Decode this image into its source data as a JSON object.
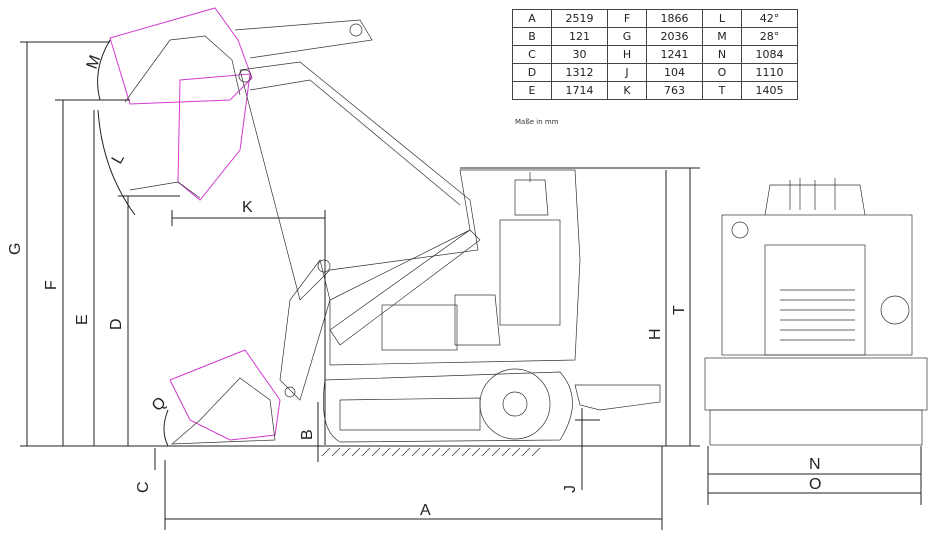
{
  "dimension_table": {
    "rows": [
      [
        {
          "key": "A",
          "value": "2519"
        },
        {
          "key": "F",
          "value": "1866"
        },
        {
          "key": "L",
          "value": "42°"
        }
      ],
      [
        {
          "key": "B",
          "value": "121"
        },
        {
          "key": "G",
          "value": "2036"
        },
        {
          "key": "M",
          "value": "28°"
        }
      ],
      [
        {
          "key": "C",
          "value": "30"
        },
        {
          "key": "H",
          "value": "1241"
        },
        {
          "key": "N",
          "value": "1084"
        }
      ],
      [
        {
          "key": "D",
          "value": "1312"
        },
        {
          "key": "J",
          "value": "104"
        },
        {
          "key": "O",
          "value": "1110"
        }
      ],
      [
        {
          "key": "E",
          "value": "1714"
        },
        {
          "key": "K",
          "value": "763"
        },
        {
          "key": "T",
          "value": "1405"
        }
      ]
    ]
  },
  "unit_note": "Maße in mm",
  "labels": {
    "A": "A",
    "B": "B",
    "C": "C",
    "D": "D",
    "E": "E",
    "F": "F",
    "G": "G",
    "H": "H",
    "J": "J",
    "K": "K",
    "L": "L",
    "M": "M",
    "N": "N",
    "O": "O",
    "Q": "Q",
    "T": "T"
  },
  "colors": {
    "bucket_outline": "#d23ad2",
    "line": "#222222"
  }
}
